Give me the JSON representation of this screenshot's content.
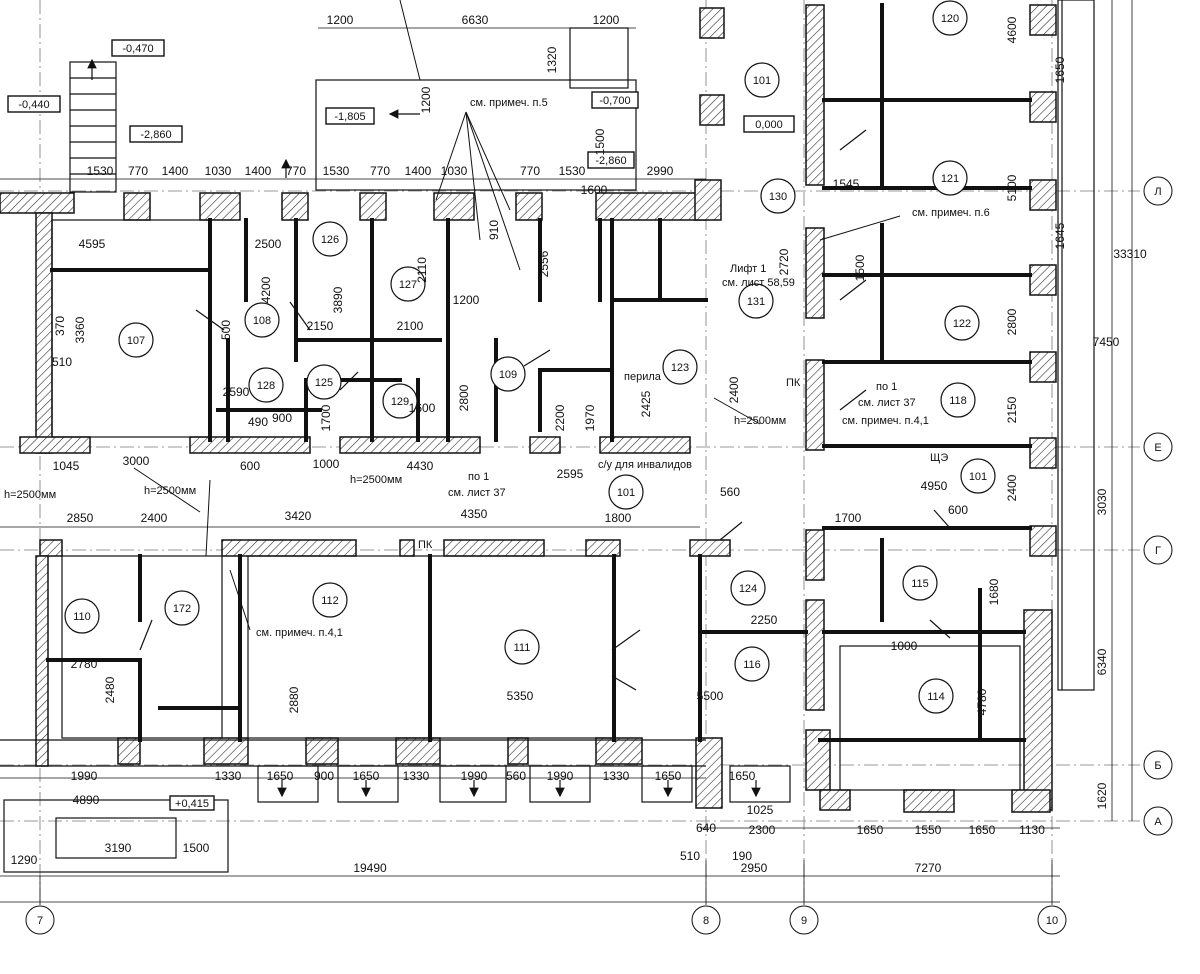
{
  "title": "",
  "colors": {
    "ink": "#111111",
    "hatch": "#333333",
    "paper": "#ffffff",
    "gridline": "#777777"
  },
  "axes": {
    "bottom": [
      {
        "id": "7",
        "label": "7"
      },
      {
        "id": "8",
        "label": "8"
      },
      {
        "id": "9",
        "label": "9"
      },
      {
        "id": "10",
        "label": "10"
      }
    ],
    "right": [
      {
        "id": "L",
        "label": "Л"
      },
      {
        "id": "E",
        "label": "Е"
      },
      {
        "id": "G",
        "label": "Г"
      },
      {
        "id": "B",
        "label": "Б"
      },
      {
        "id": "A",
        "label": "А"
      }
    ]
  },
  "rooms": [
    {
      "id": "101a",
      "num": "101"
    },
    {
      "id": "101b",
      "num": "101"
    },
    {
      "id": "101c",
      "num": "101"
    },
    {
      "id": "107",
      "num": "107"
    },
    {
      "id": "108",
      "num": "108"
    },
    {
      "id": "110",
      "num": "110"
    },
    {
      "id": "111",
      "num": "111"
    },
    {
      "id": "112",
      "num": "112"
    },
    {
      "id": "114",
      "num": "114"
    },
    {
      "id": "115",
      "num": "115"
    },
    {
      "id": "116",
      "num": "116"
    },
    {
      "id": "118",
      "num": "118"
    },
    {
      "id": "120",
      "num": "120"
    },
    {
      "id": "121",
      "num": "121"
    },
    {
      "id": "122",
      "num": "122"
    },
    {
      "id": "123",
      "num": "123"
    },
    {
      "id": "124",
      "num": "124"
    },
    {
      "id": "125",
      "num": "125"
    },
    {
      "id": "126",
      "num": "126"
    },
    {
      "id": "127",
      "num": "127"
    },
    {
      "id": "128",
      "num": "128"
    },
    {
      "id": "129",
      "num": "129"
    },
    {
      "id": "130",
      "num": "130"
    },
    {
      "id": "131",
      "num": "131"
    },
    {
      "id": "109",
      "num": "109"
    },
    {
      "id": "172",
      "num": "172"
    }
  ],
  "levels": [
    {
      "id": "lv1",
      "text": "-0,470"
    },
    {
      "id": "lv2",
      "text": "-0,440"
    },
    {
      "id": "lv3",
      "text": "-2,860"
    },
    {
      "id": "lv4",
      "text": "-1,805"
    },
    {
      "id": "lv5",
      "text": "-0,700"
    },
    {
      "id": "lv6",
      "text": "-2,860"
    },
    {
      "id": "lv7",
      "text": "0,000"
    },
    {
      "id": "lv8",
      "text": "+0,415"
    }
  ],
  "notes": [
    {
      "id": "n1",
      "text": "см. примеч. п.5"
    },
    {
      "id": "n2",
      "text": "см. примеч. п.6"
    },
    {
      "id": "n3",
      "text": "Лифт 1"
    },
    {
      "id": "n4",
      "text": "см. лист 58,59"
    },
    {
      "id": "n5",
      "text": "перила"
    },
    {
      "id": "n6",
      "text": "по 1"
    },
    {
      "id": "n7",
      "text": "см. лист 37"
    },
    {
      "id": "n8",
      "text": "см. примеч. п.4,1"
    },
    {
      "id": "n9",
      "text": "h=2500мм"
    },
    {
      "id": "n10",
      "text": "h=2500мм"
    },
    {
      "id": "n11",
      "text": "по 1"
    },
    {
      "id": "n12",
      "text": "см. лист 37"
    },
    {
      "id": "n13",
      "text": "с/у для инвалидов"
    },
    {
      "id": "n14",
      "text": "h=2500мм"
    },
    {
      "id": "n15",
      "text": "h=2500мм"
    },
    {
      "id": "n16",
      "text": "см. примеч. п.4,1"
    },
    {
      "id": "n17",
      "text": "ПК"
    },
    {
      "id": "n18",
      "text": "ПК"
    },
    {
      "id": "n19",
      "text": "ЩЭ"
    }
  ],
  "dimensions": [
    "1200",
    "6630",
    "1200",
    "1320",
    "1200",
    "1500",
    "1530",
    "770",
    "1400",
    "1030",
    "1400",
    "770",
    "1530",
    "770",
    "1400",
    "1030",
    "770",
    "1530",
    "2990",
    "1600",
    "2500",
    "4595",
    "4200",
    "3890",
    "2110",
    "2556",
    "910",
    "2720",
    "1500",
    "1545",
    "2150",
    "2100",
    "1200",
    "2800",
    "3360",
    "370",
    "510",
    "2590",
    "490",
    "900",
    "1700",
    "500",
    "1600",
    "2200",
    "1970",
    "2425",
    "2400",
    "4430",
    "3000",
    "1045",
    "600",
    "1000",
    "2595",
    "560",
    "4950",
    "2850",
    "2400",
    "3420",
    "4350",
    "1800",
    "1700",
    "600",
    "2780",
    "2880",
    "5350",
    "5500",
    "2250",
    "1000",
    "1680",
    "4780",
    "2480",
    "1990",
    "1330",
    "1650",
    "900",
    "1650",
    "1330",
    "1990",
    "560",
    "1990",
    "1330",
    "1650",
    "1650",
    "1025",
    "4890",
    "3190",
    "1500",
    "1290",
    "2300",
    "1650",
    "1550",
    "1650",
    "1130",
    "640",
    "510",
    "190",
    "19490",
    "2950",
    "7270",
    "33310",
    "7450",
    "3030",
    "6340",
    "1620",
    "4600",
    "1650",
    "5100",
    "1645",
    "2800",
    "2150",
    "2400"
  ]
}
